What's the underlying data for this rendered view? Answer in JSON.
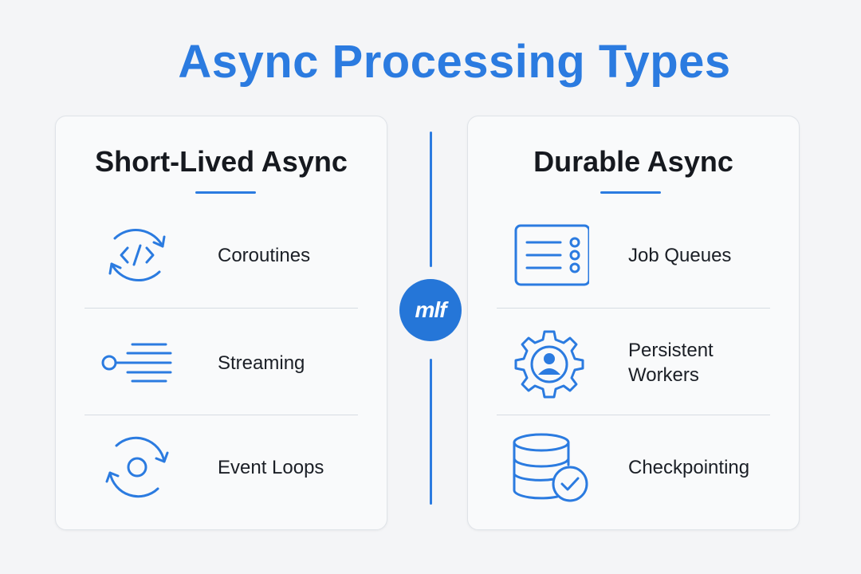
{
  "title": "Async Processing Types",
  "logo_text": "mlf",
  "accent_color": "#2b7be0",
  "left_panel": {
    "title": "Short-Lived Async",
    "items": [
      {
        "label": "Coroutines",
        "icon": "code-cycle-icon"
      },
      {
        "label": "Streaming",
        "icon": "stream-lines-icon"
      },
      {
        "label": "Event Loops",
        "icon": "loop-icon"
      }
    ]
  },
  "right_panel": {
    "title": "Durable Async",
    "items": [
      {
        "label": "Job Queues",
        "icon": "queue-list-icon"
      },
      {
        "label": "Persistent Workers",
        "icon": "gear-worker-icon"
      },
      {
        "label": "Checkpointing",
        "icon": "database-check-icon"
      }
    ]
  }
}
